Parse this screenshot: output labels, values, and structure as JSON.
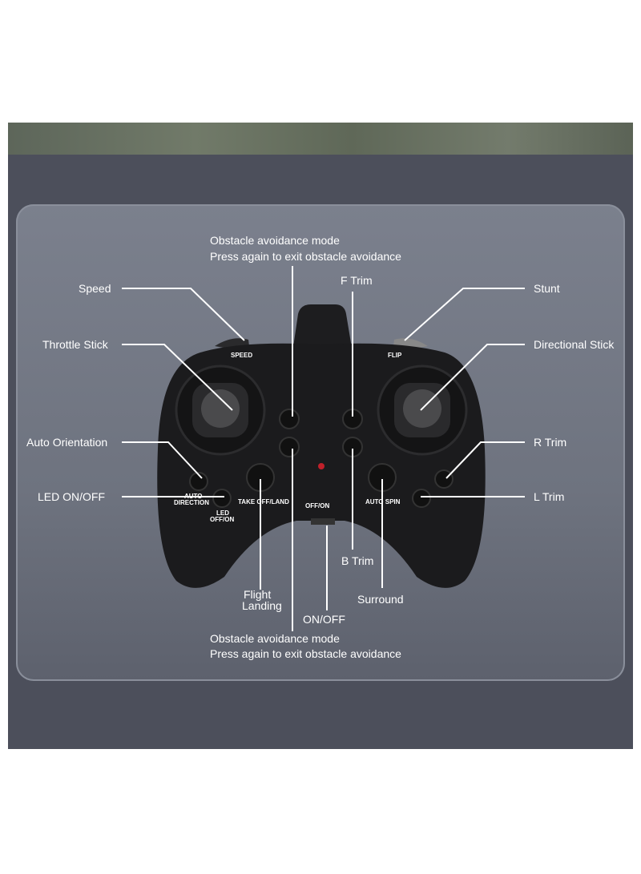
{
  "labels": {
    "obstacle_top_1": "Obstacle avoidance mode",
    "obstacle_top_2": "Press again to exit obstacle avoidance",
    "f_trim": "F Trim",
    "speed": "Speed",
    "stunt": "Stunt",
    "throttle_stick": "Throttle Stick",
    "directional_stick": "Directional Stick",
    "auto_orientation": "Auto Orientation",
    "r_trim": "R Trim",
    "led_on_off": "LED ON/OFF",
    "l_trim": "L Trim",
    "b_trim": "B Trim",
    "surround": "Surround",
    "flight_landing_1": "Flight",
    "flight_landing_2": "Landing",
    "on_off": "ON/OFF",
    "obstacle_bottom_1": "Obstacle avoidance mode",
    "obstacle_bottom_2": "Press again to exit obstacle avoidance"
  },
  "controller_print": {
    "speed": "SPEED",
    "flip": "FLIP",
    "auto_direction_1": "AUTO",
    "auto_direction_2": "DIRECTION",
    "led_1": "LED",
    "led_2": "OFF/ON",
    "takeoff_land": "TAKE OFF/LAND",
    "off_on": "OFF/ON",
    "auto_spin": "AUTO SPIN"
  }
}
